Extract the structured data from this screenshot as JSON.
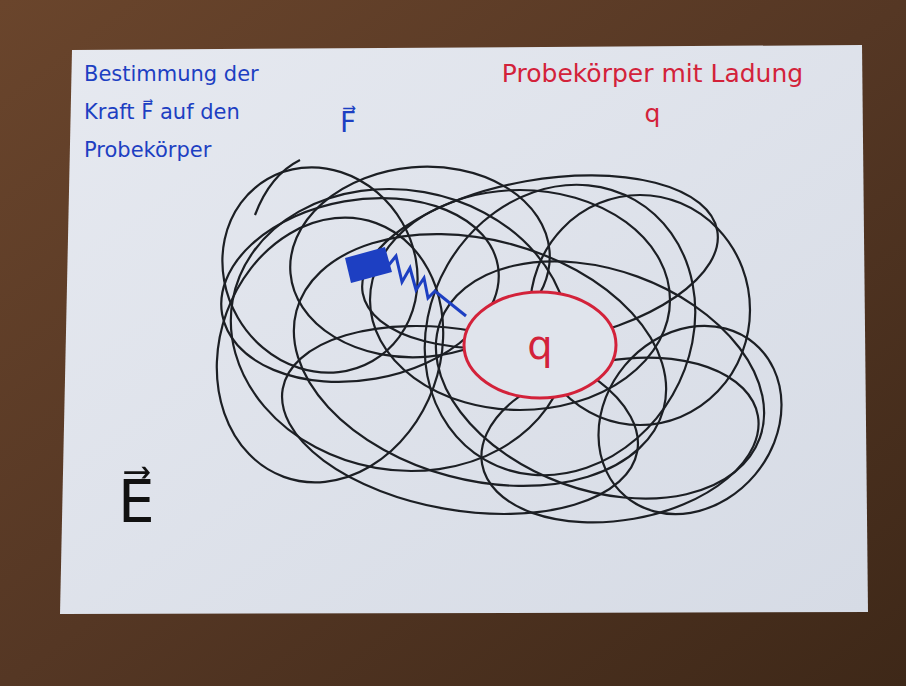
{
  "diagram": {
    "nodes": [
      {
        "text": [
          "q"
        ]
      }
    ],
    "labels": [
      "Bestimmung der Kraft F⃗ auf den Probekörper",
      "F⃗",
      "Probekörper mit Ladung q",
      "E⃗"
    ]
  }
}
